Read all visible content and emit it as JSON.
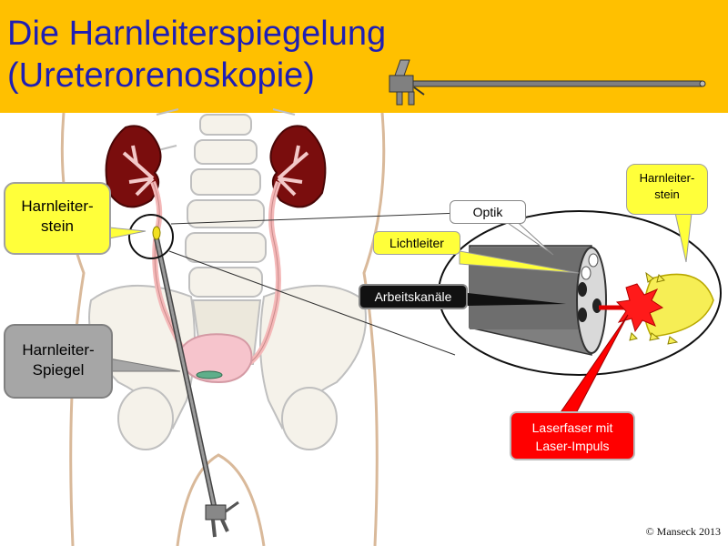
{
  "header": {
    "title_line1": "Die Harnleiterspiegelung",
    "title_line2": "(Ureterorenoskopie)"
  },
  "labels": {
    "stone_left_line1": "Harnleiter-",
    "stone_left_line2": "stein",
    "scope_line1": "Harnleiter-",
    "scope_line2": "Spiegel",
    "optik": "Optik",
    "lichtleiter": "Lichtleiter",
    "arbeitskanaele": "Arbeitskanäle",
    "stone_right_line1": "Harnleiter-",
    "stone_right_line2": "stein",
    "laser_line1": "Laserfaser mit",
    "laser_line2": "Laser-Impuls"
  },
  "footer": {
    "copyright": "© Manseck 2013"
  },
  "colors": {
    "header_bg": "#ffc000",
    "title_text": "#1f1fb4",
    "kidney": "#7a0d0d",
    "ureter": "#f4b8b8",
    "yellow_callout": "#ffff3a",
    "grey_callout": "#a6a6a6",
    "black_callout": "#111111",
    "red_callout": "#ff0000",
    "laser_flash": "#ff1a1a"
  }
}
